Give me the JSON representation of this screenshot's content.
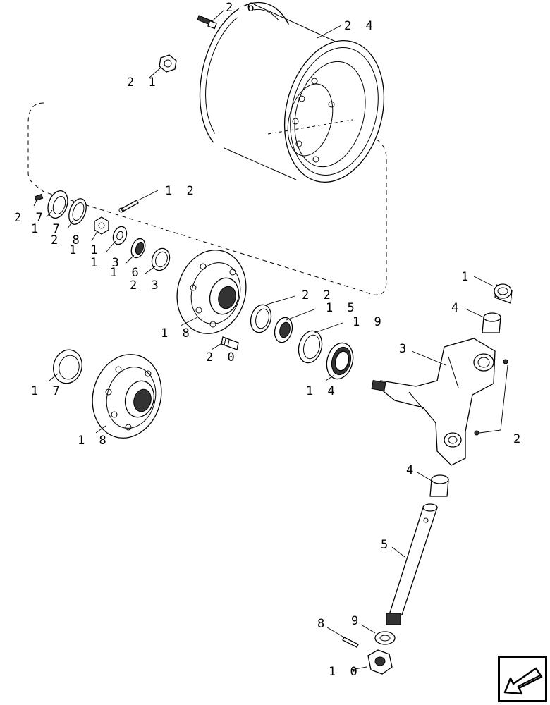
{
  "diagram": {
    "callouts": [
      {
        "id": "26",
        "text": "2 6"
      },
      {
        "id": "24",
        "text": "2 4"
      },
      {
        "id": "21",
        "text": "2 1"
      },
      {
        "id": "12",
        "text": "1 2"
      },
      {
        "id": "27",
        "text": "2 7"
      },
      {
        "id": "17a",
        "text": "1 7"
      },
      {
        "id": "28",
        "text": "2 8"
      },
      {
        "id": "11",
        "text": "1 1"
      },
      {
        "id": "13",
        "text": "1 3"
      },
      {
        "id": "16",
        "text": "1 6"
      },
      {
        "id": "23",
        "text": "2 3"
      },
      {
        "id": "22",
        "text": "2 2"
      },
      {
        "id": "15",
        "text": "1 5"
      },
      {
        "id": "19",
        "text": "1 9"
      },
      {
        "id": "18a",
        "text": "1 8"
      },
      {
        "id": "20",
        "text": "2 0"
      },
      {
        "id": "14",
        "text": "1 4"
      },
      {
        "id": "17b",
        "text": "1 7"
      },
      {
        "id": "18b",
        "text": "1 8"
      },
      {
        "id": "1",
        "text": "1"
      },
      {
        "id": "4a",
        "text": "4"
      },
      {
        "id": "3",
        "text": "3"
      },
      {
        "id": "2",
        "text": "2"
      },
      {
        "id": "4b",
        "text": "4"
      },
      {
        "id": "5",
        "text": "5"
      },
      {
        "id": "8",
        "text": "8"
      },
      {
        "id": "9",
        "text": "9"
      },
      {
        "id": "10",
        "text": "1 0"
      }
    ]
  },
  "navigation": {
    "icon": "arrow-down-left-icon"
  }
}
